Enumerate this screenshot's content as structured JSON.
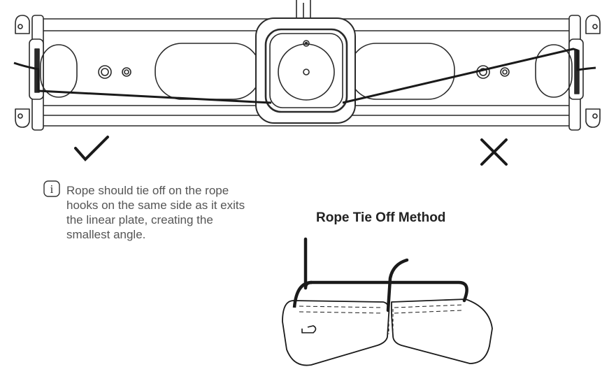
{
  "correct_mark_icon": "checkmark-icon",
  "incorrect_mark_icon": "x-mark-icon",
  "info_icon": "info-icon",
  "info_icon_glyph": "i",
  "note_text": "Rope should tie off on the rope hooks on the same side as it exits the linear plate, creating the smallest angle.",
  "method_title": "Rope Tie Off Method",
  "colors": {
    "line": "#2a2a2a",
    "rope": "#1a1a1a",
    "text": "#555555",
    "title": "#222222"
  }
}
